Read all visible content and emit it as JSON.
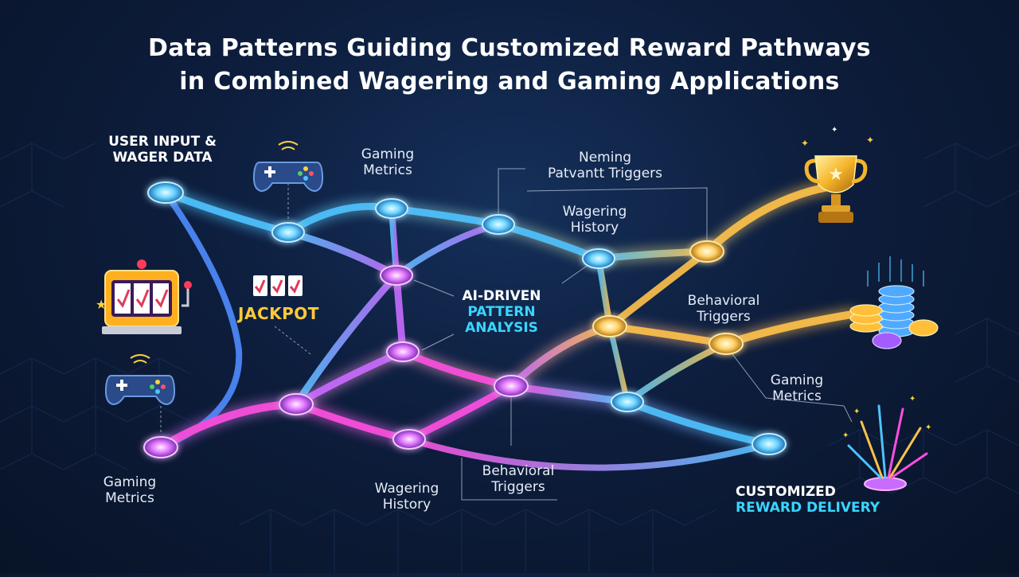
{
  "title": {
    "line1": "Data Patterns Guiding Customized Reward Pathways",
    "line2": "in Combined Wagering and Gaming Applications"
  },
  "labels": {
    "user_input": [
      "USER INPUT &",
      "WAGER DATA"
    ],
    "gaming_metrics_top": [
      "Gaming",
      "Metrics"
    ],
    "neming_triggers": [
      "Neming",
      "Patvantt Triggers"
    ],
    "wagering_history_top": [
      "Wagering",
      "History"
    ],
    "ai_driven": [
      "AI-DRIVEN",
      "PATTERN",
      "ANALYSIS"
    ],
    "behavioral_triggers_right": [
      "Behavioral",
      "Triggers"
    ],
    "gaming_metrics_right": [
      "Gaming",
      "Metrics"
    ],
    "gaming_metrics_bottom_left": [
      "Gaming",
      "Metrics"
    ],
    "wagering_history_bottom": [
      "Wagering",
      "History"
    ],
    "behavioral_triggers_bottom": [
      "Behavioral",
      "Triggers"
    ],
    "reward_delivery": [
      "CUSTOMIZED",
      "REWARD DELIVERY"
    ],
    "jackpot": "JACKPOT"
  },
  "icons": {
    "controller_top": "game-controller-icon",
    "controller_left": "game-controller-icon",
    "slot_machine": "slot-machine-icon",
    "jackpot_reels": "jackpot-reels-icon",
    "trophy": "trophy-icon",
    "coins": "coin-stack-icon",
    "fireworks": "confetti-burst-icon"
  },
  "colors": {
    "blue": "#4fc3ff",
    "purple": "#c86bff",
    "magenta": "#ff4fe0",
    "gold": "#ffc24a",
    "cyan_text": "#39d6ff"
  }
}
